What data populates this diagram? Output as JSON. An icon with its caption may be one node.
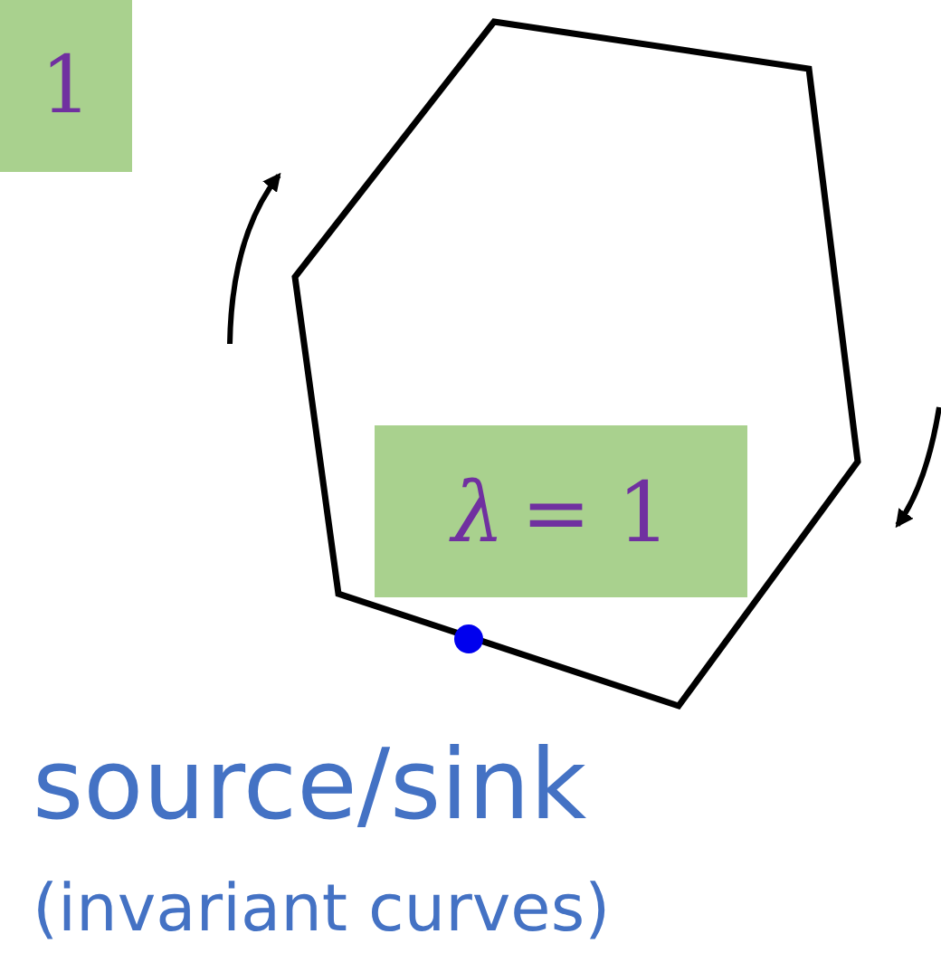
{
  "diagram": {
    "nodes": [
      {
        "text": [
          "1"
        ]
      },
      {
        "text": [
          "*λ* = 1"
        ]
      }
    ],
    "edges": [],
    "labels": [
      "source/sink",
      "(invariant curves)"
    ]
  }
}
